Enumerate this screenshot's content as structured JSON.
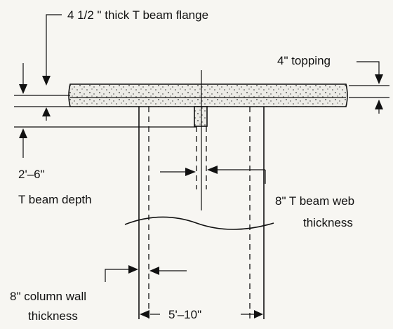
{
  "labels": {
    "flange": "4 1/2 \" thick T beam flange",
    "topping": "4\" topping",
    "depth_value": "2'–6\"",
    "depth_text": "T beam depth",
    "web_line1": "8\" T beam web",
    "web_line2": "thickness",
    "column_line1": "8\" column wall",
    "column_line2": "thickness",
    "width_value": "5'–10\""
  }
}
